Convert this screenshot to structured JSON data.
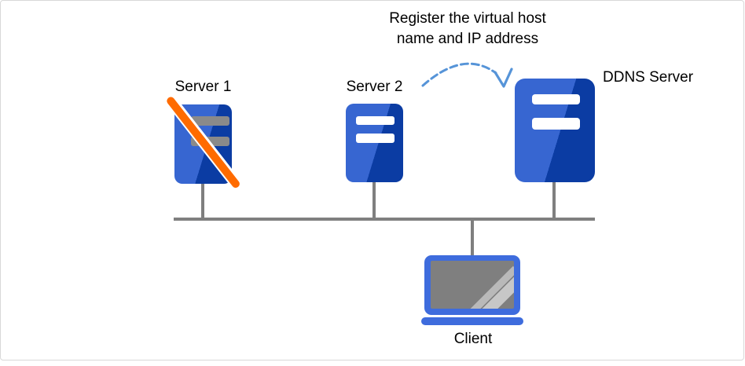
{
  "title": {
    "line1": "Register the virtual host",
    "line2": "name and IP address"
  },
  "nodes": {
    "server1": {
      "label": "Server 1",
      "status": "down"
    },
    "server2": {
      "label": "Server 2",
      "status": "up"
    },
    "ddns": {
      "label": "DDNS Server",
      "status": "up"
    },
    "client": {
      "label": "Client"
    }
  },
  "icons": {
    "server1": "server-icon-with-disabled-slash",
    "server2": "server-icon",
    "ddns": "server-icon-large",
    "client": "laptop-icon",
    "arrow": "dashed-curved-arrow"
  },
  "colors": {
    "server_light_blue": "#3766d1",
    "server_dark_blue": "#0b3ca3",
    "laptop_blue": "#3e6cdd",
    "arrow_blue": "#5694d8",
    "slash_orange": "#ff6b00",
    "network_line_gray": "#7f7f7f",
    "screen_gray": "#7f7f7f",
    "disabled_bar_gray": "#8a8a8a",
    "frame_border": "#d8d8d8"
  }
}
